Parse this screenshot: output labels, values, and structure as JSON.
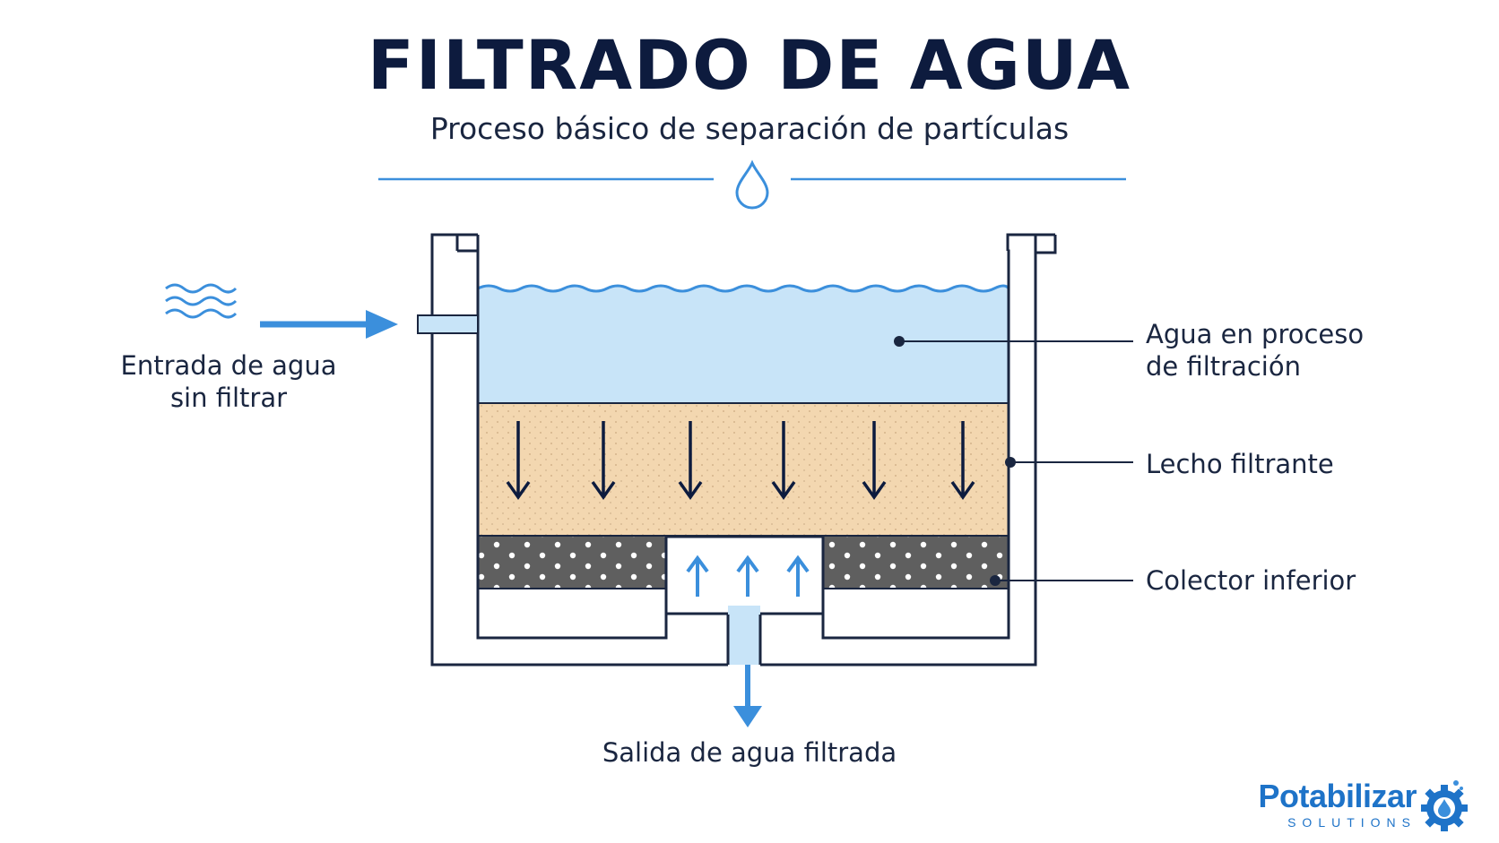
{
  "header": {
    "title": "FILTRADO DE AGUA",
    "subtitle": "Proceso básico de separación de partículas"
  },
  "labels": {
    "inlet": [
      "Entrada de agua",
      "sin filtrar"
    ],
    "water_layer": [
      "Agua en proceso",
      "de filtración"
    ],
    "filter_bed": "Lecho filtrante",
    "collector": "Colector inferior",
    "outlet": "Salida de agua filtrada"
  },
  "brand": {
    "name": "Potabilizar",
    "tagline": "SOLUTIONS"
  },
  "icons": [
    "water-drop-icon",
    "water-waves-icon",
    "gear-droplet-logo-icon"
  ],
  "colors": {
    "navy": "#0d1b3e",
    "accent_blue": "#3b8fdc",
    "water": "#c8e4f8",
    "sand": "#f3d7b0",
    "gravel": "#5f5f5f",
    "brand_blue": "#1e73c8"
  }
}
